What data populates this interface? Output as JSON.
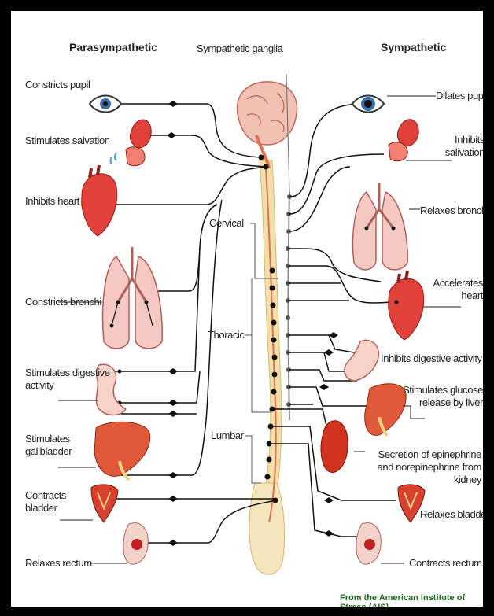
{
  "headers": {
    "parasympathetic": "Parasympathetic",
    "ganglia": "Sympathetic ganglia",
    "sympathetic": "Sympathetic"
  },
  "spine_regions": {
    "cervical": "Cervical",
    "thoracic": "Thoracic",
    "lumbar": "Lumbar"
  },
  "parasympathetic_effects": [
    "Constricts pupil",
    "Stimulates salvation",
    "Inhibits heart",
    "Constricts bronchi",
    "Stimulates digestive activity",
    "Stimulates gallbladder",
    "Contracts bladder",
    "Relaxes rectum"
  ],
  "sympathetic_effects": [
    "Dilates pupil",
    "Inhibits salivation",
    "Relaxes bronchi",
    "Accelerates heart",
    "Inhibits digestive activity",
    "Stimulates glucose release by liver",
    "Secretion of epinephrine and norepinephrine from kidney",
    "Relaxes bladder",
    "Contracts rectum"
  ],
  "credit": "From the American Institute of Stress (AIS)",
  "colors": {
    "organ_red": "#e0413a",
    "organ_pink": "#f3c9c2",
    "spine": "#f3dfa8",
    "nerve": "#111111",
    "credit_green": "#1f6b1f"
  }
}
